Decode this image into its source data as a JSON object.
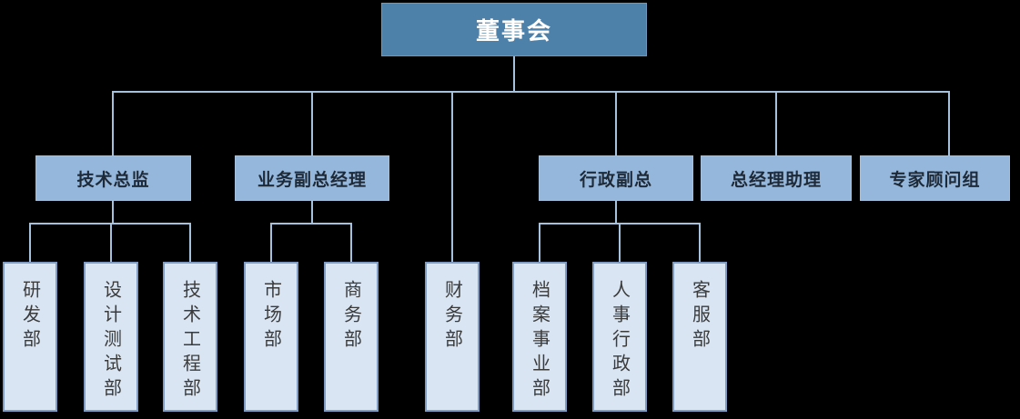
{
  "org_chart": {
    "root": {
      "id": "board",
      "label": "董事会"
    },
    "level2": [
      {
        "id": "tech-director",
        "label": "技术总监"
      },
      {
        "id": "business-deputy-gm",
        "label": "业务副总经理"
      },
      {
        "id": "admin-deputy-gm",
        "label": "行政副总"
      },
      {
        "id": "gm-assistant",
        "label": "总经理助理"
      },
      {
        "id": "expert-advisory-group",
        "label": "专家顾问组"
      }
    ],
    "departments": [
      {
        "id": "rnd-dept",
        "label": "研发部",
        "parent": "tech-director"
      },
      {
        "id": "design-testing-dept",
        "label": "设计测试部",
        "parent": "tech-director"
      },
      {
        "id": "tech-engineering-dept",
        "label": "技术工程部",
        "parent": "tech-director"
      },
      {
        "id": "marketing-dept",
        "label": "市场部",
        "parent": "business-deputy-gm"
      },
      {
        "id": "business-affairs-dept",
        "label": "商务部",
        "parent": "business-deputy-gm"
      },
      {
        "id": "finance-dept",
        "label": "财务部",
        "parent": "board"
      },
      {
        "id": "archives-dept",
        "label": "档案事业部",
        "parent": "admin-deputy-gm"
      },
      {
        "id": "hr-admin-dept",
        "label": "人事行政部",
        "parent": "admin-deputy-gm"
      },
      {
        "id": "customer-service-dept",
        "label": "客服部",
        "parent": "admin-deputy-gm"
      }
    ],
    "colors": {
      "background": "#000000",
      "root_fill": "#4E81AA",
      "root_text": "#FFFFFF",
      "level2_fill": "#95B7DB",
      "level2_text": "#1E2A38",
      "department_fill": "#D9E5F3",
      "department_border": "#7E9CC4",
      "department_text": "#3B3B3B",
      "connector": "#A6C1DC"
    }
  }
}
